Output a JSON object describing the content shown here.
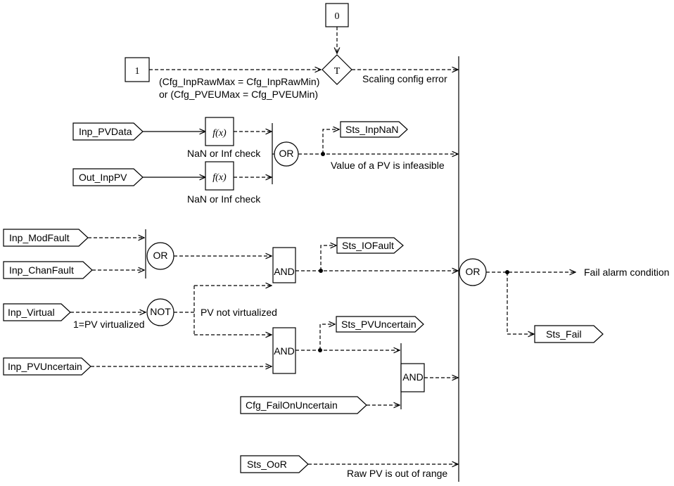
{
  "constants": {
    "zero": "0",
    "one": "1"
  },
  "blocks": {
    "transfer": "T",
    "or": "OR",
    "and": "AND",
    "not": "NOT",
    "function": "f(x)"
  },
  "inputs": {
    "inp_pvdata": "Inp_PVData",
    "out_inppv": "Out_InpPV",
    "inp_modfault": "Inp_ModFault",
    "inp_chanfault": "Inp_ChanFault",
    "inp_virtual": "Inp_Virtual",
    "inp_pvuncertain": "Inp_PVUncertain",
    "cfg_failonuncertain": "Cfg_FailOnUncertain",
    "sts_oor": "Sts_OoR"
  },
  "outputs": {
    "sts_inpnan": "Sts_InpNaN",
    "sts_iofault": "Sts_IOFault",
    "sts_pvuncertain": "Sts_PVUncertain",
    "sts_fail": "Sts_Fail"
  },
  "labels": {
    "cond_line1": "(Cfg_InpRawMax = Cfg_InpRawMin)",
    "cond_line2": "or (Cfg_PVEUMax = Cfg_PVEUMin)",
    "scaling_error": "Scaling config error",
    "nan_check_1": "NaN or Inf check",
    "nan_check_2": "NaN or Inf check",
    "pv_infeasible": "Value of a PV is infeasible",
    "pv_virtualized": "1=PV virtualized",
    "pv_not_virtualized": "PV  not virtualized",
    "raw_pv_oor": "Raw PV is out of range",
    "fail_alarm": "Fail alarm condition"
  }
}
